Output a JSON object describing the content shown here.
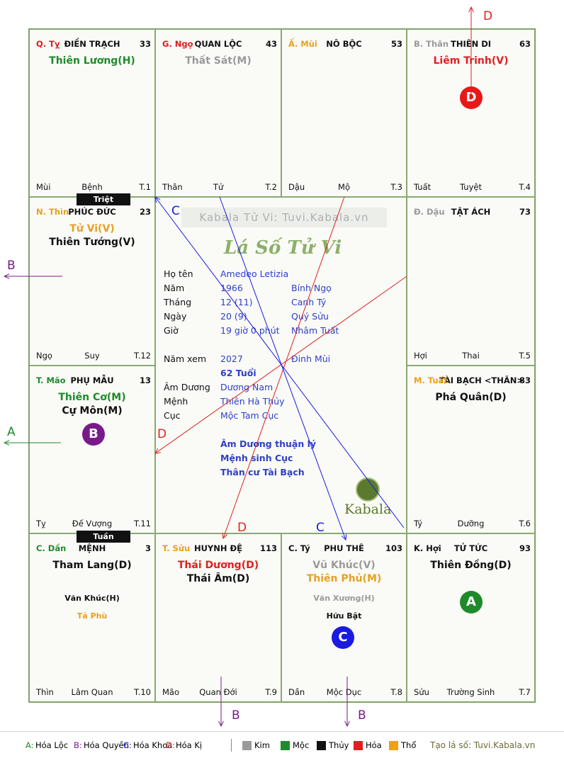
{
  "palaces": [
    {
      "id": "ty",
      "stem": "Q. Tỵ",
      "stem_color": "#d92020",
      "palace": "ĐIỀN TRẠCH",
      "age": "33",
      "stars": [
        {
          "text": "Thiên Lương(H)",
          "color": "#1f8a2a"
        }
      ],
      "minor": [],
      "bottom": [
        "Mùi",
        "Bệnh",
        "T.1"
      ]
    },
    {
      "id": "ngo",
      "stem": "G. Ngọ",
      "stem_color": "#d92020",
      "palace": "QUAN LỘC",
      "age": "43",
      "stars": [
        {
          "text": "Thất Sát(M)",
          "color": "#9a9a9a"
        }
      ],
      "minor": [],
      "bottom": [
        "Thân",
        "Tử",
        "T.2"
      ]
    },
    {
      "id": "mui",
      "stem": "Ấ. Mùi",
      "stem_color": "#e8a020",
      "palace": "NÔ BỘC",
      "age": "53",
      "stars": [],
      "minor": [],
      "bottom": [
        "Dậu",
        "Mộ",
        "T.3"
      ]
    },
    {
      "id": "than",
      "stem": "B. Thân",
      "stem_color": "#9a9a9a",
      "palace": "THIÊN DI",
      "age": "63",
      "stars": [
        {
          "text": "Liêm Trinh(V)",
          "color": "#e02020"
        }
      ],
      "minor": [],
      "bottom": [
        "Tuất",
        "Tuyệt",
        "T.4"
      ]
    },
    {
      "id": "thin",
      "stem": "N. Thìn",
      "stem_color": "#e8a020",
      "palace": "PHÚC ĐỨC",
      "age": "23",
      "stars": [
        {
          "text": "Tử Vi(V)",
          "color": "#e8a020"
        },
        {
          "text": "Thiên Tướng(V)",
          "color": "#111111"
        }
      ],
      "minor": [],
      "bottom": [
        "Ngọ",
        "Suy",
        "T.12"
      ]
    },
    {
      "id": "dau",
      "stem": "Đ. Dậu",
      "stem_color": "#9a9a9a",
      "palace": "TẬT ÁCH",
      "age": "73",
      "stars": [],
      "minor": [],
      "bottom": [
        "Hợi",
        "Thai",
        "T.5"
      ]
    },
    {
      "id": "mao",
      "stem": "T. Mão",
      "stem_color": "#1f8a2a",
      "palace": "PHỤ MẪU",
      "age": "13",
      "stars": [
        {
          "text": "Thiên Cơ(M)",
          "color": "#1f8a2a"
        },
        {
          "text": "Cự Môn(M)",
          "color": "#111111"
        }
      ],
      "minor": [],
      "bottom": [
        "Tỵ",
        "Đế Vượng",
        "T.11"
      ]
    },
    {
      "id": "tuat",
      "stem": "M. Tuất",
      "stem_color": "#e8a020",
      "palace": "TÀI BẠCH <THÂN>",
      "age": "83",
      "stars": [
        {
          "text": "Phá Quân(D)",
          "color": "#111111"
        }
      ],
      "minor": [],
      "bottom": [
        "Tý",
        "Dưỡng",
        "T.6"
      ]
    },
    {
      "id": "dan",
      "stem": "C. Dần",
      "stem_color": "#1f8a2a",
      "palace": "MỆNH",
      "age": "3",
      "stars": [
        {
          "text": "Tham Lang(D)",
          "color": "#111111"
        }
      ],
      "minor": [
        {
          "text": "Văn Khúc(H)",
          "color": "#111111"
        },
        {
          "text": "Tả Phù",
          "color": "#e8a020"
        }
      ],
      "bottom": [
        "Thìn",
        "Lâm Quan",
        "T.10"
      ]
    },
    {
      "id": "suu",
      "stem": "T. Sửu",
      "stem_color": "#e8a020",
      "palace": "HUYNH ĐỆ",
      "age": "113",
      "stars": [
        {
          "text": "Thái Dương(D)",
          "color": "#e02020"
        },
        {
          "text": "Thái Âm(D)",
          "color": "#111111"
        }
      ],
      "minor": [],
      "bottom": [
        "Mão",
        "Quan Đới",
        "T.9"
      ]
    },
    {
      "id": "tyy",
      "stem": "C. Tý",
      "stem_color": "#111111",
      "palace": "PHU THÊ",
      "age": "103",
      "stars": [
        {
          "text": "Vũ Khúc(V)",
          "color": "#9a9a9a"
        },
        {
          "text": "Thiên Phủ(M)",
          "color": "#e8a020"
        }
      ],
      "minor": [
        {
          "text": "Văn Xương(H)",
          "color": "#9a9a9a"
        },
        {
          "text": "Hữu Bật",
          "color": "#111111"
        }
      ],
      "bottom": [
        "Dần",
        "Mộc Dục",
        "T.8"
      ]
    },
    {
      "id": "hoi",
      "stem": "K. Hợi",
      "stem_color": "#111111",
      "palace": "TỬ TỨC",
      "age": "93",
      "stars": [
        {
          "text": "Thiên Đồng(D)",
          "color": "#111111"
        }
      ],
      "minor": [],
      "bottom": [
        "Sửu",
        "Trường Sinh",
        "T.7"
      ]
    }
  ],
  "circles": [
    {
      "palace": "than",
      "label": "D",
      "color": "#e81818"
    },
    {
      "palace": "mao",
      "label": "B",
      "color": "#7a1a8a"
    },
    {
      "palace": "tyy",
      "label": "C",
      "color": "#1a1ae0"
    },
    {
      "palace": "hoi",
      "label": "A",
      "color": "#1f8a2a"
    }
  ],
  "tags": {
    "triet": "Triệt",
    "tuan": "Tuần"
  },
  "center": {
    "watermark": "Kabala Tử Vi: Tuvi.Kabala.vn",
    "title": "Lá Số Tử Vi",
    "rows": [
      {
        "label": "Họ tên",
        "value": "Amedeo Letizia",
        "extra": ""
      },
      {
        "label": "Năm",
        "value": "1966",
        "extra": "Bính Ngọ"
      },
      {
        "label": "Tháng",
        "value": "12  (11)",
        "extra": "Canh Tý"
      },
      {
        "label": "Ngày",
        "value": "20  (9)",
        "extra": "Quý Sửu"
      },
      {
        "label": "Giờ",
        "value": "19 giờ 0 phút",
        "extra": "Nhâm Tuất"
      }
    ],
    "year_row": {
      "label": "Năm xem",
      "value": "2027",
      "extra": "Đinh Mùi"
    },
    "age_text": "62 Tuổi",
    "rows2": [
      {
        "label": "Âm Dương",
        "value": "Dương Nam"
      },
      {
        "label": "Mệnh",
        "value": "Thiên Hà Thủy"
      },
      {
        "label": "Cục",
        "value": "Mộc Tam Cục"
      }
    ],
    "notes": [
      "Âm Dương thuận lý",
      "Mệnh sinh Cục",
      "Thân cư Tài Bạch"
    ],
    "logo_text": "Kabala"
  },
  "arrows": {
    "d_top": "D",
    "b_left": "B",
    "a_left": "A",
    "c_center": "C",
    "d_center": "D",
    "d_bottom": "D",
    "c_bottom": "C",
    "b_bottom1": "B",
    "b_bottom2": "B"
  },
  "footer": {
    "transforms": [
      {
        "key": "A:",
        "text": "Hóa Lộc",
        "color": "#1f8a2a"
      },
      {
        "key": "B:",
        "text": "Hóa Quyền",
        "color": "#7a1a8a"
      },
      {
        "key": "C:",
        "text": "Hóa Khoa",
        "color": "#1a1ae0"
      },
      {
        "key": "D:",
        "text": "Hóa Kị",
        "color": "#e02020"
      }
    ],
    "elements": [
      {
        "name": "Kim",
        "color": "#9a9a9a"
      },
      {
        "name": "Mộc",
        "color": "#1f8a2a"
      },
      {
        "name": "Thủy",
        "color": "#111111"
      },
      {
        "name": "Hỏa",
        "color": "#e02020"
      },
      {
        "name": "Thổ",
        "color": "#f0a010"
      }
    ],
    "site": "Tạo lá số: Tuvi.Kabala.vn"
  }
}
